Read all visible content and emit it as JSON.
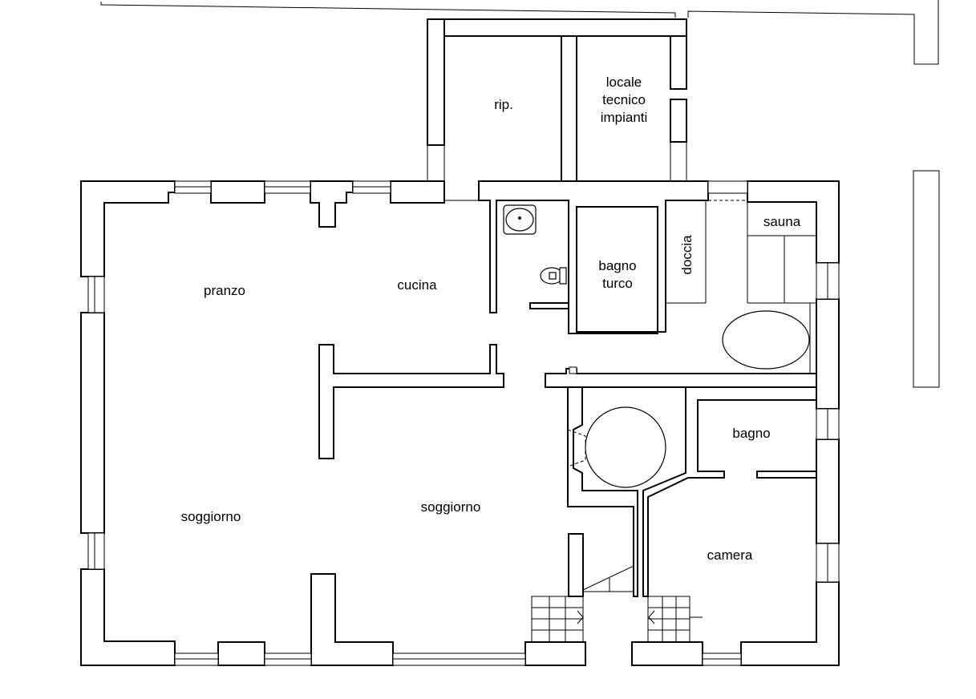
{
  "rooms": {
    "rip": "rip.",
    "locale_line1": "locale",
    "locale_line2": "tecnico",
    "locale_line3": "impianti",
    "sauna": "sauna",
    "doccia": "doccia",
    "bagno_turco_line1": "bagno",
    "bagno_turco_line2": "turco",
    "pranzo": "pranzo",
    "cucina": "cucina",
    "bagno": "bagno",
    "camera": "camera",
    "soggiorno_left": "soggiorno",
    "soggiorno_center": "soggiorno"
  },
  "icons": {
    "sink": "washbasin-icon",
    "toilet": "toilet-icon",
    "tub": "oval-tub-icon",
    "spiral_stair": "round-stair-icon"
  }
}
